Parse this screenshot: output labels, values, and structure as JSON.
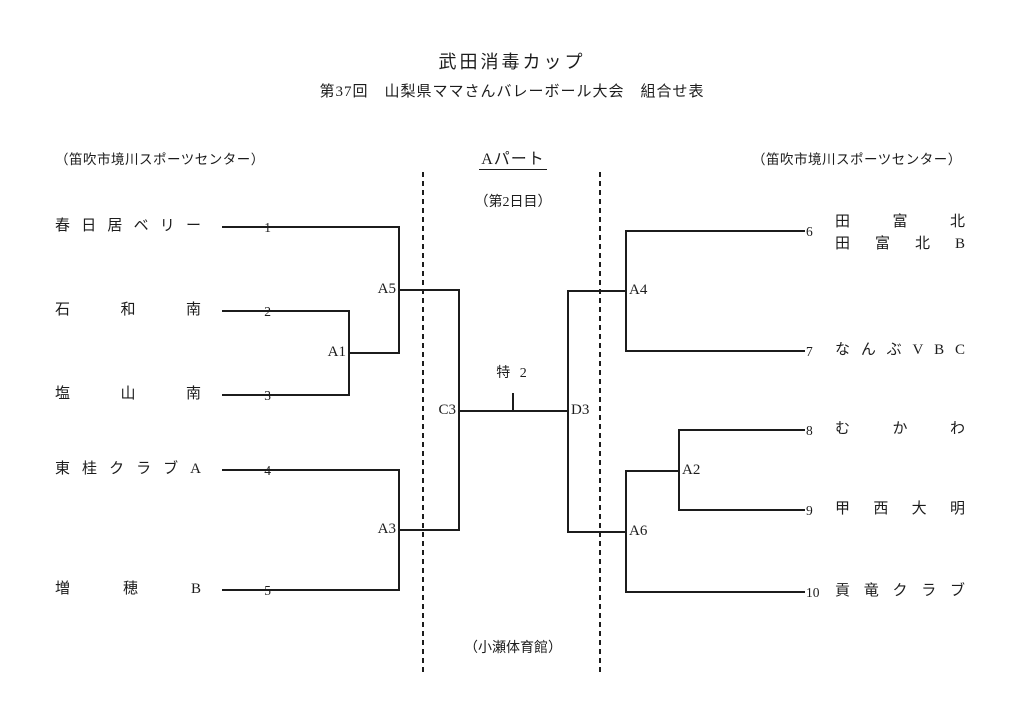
{
  "header": {
    "title": "武田消毒カップ",
    "subtitle": "第37回　山梨県ママさんバレーボール大会　組合せ表"
  },
  "section": {
    "part_label": "Aパート",
    "day_label": "（第2日目）",
    "venue_left": "（笛吹市境川スポーツセンター）",
    "venue_right": "（笛吹市境川スポーツセンター）",
    "gym_label": "（小瀬体育館）",
    "final_label": "特 2"
  },
  "matches": {
    "a1": "A1",
    "a2": "A2",
    "a3": "A3",
    "a4": "A4",
    "a5": "A5",
    "a6": "A6",
    "c3": "C3",
    "d3": "D3"
  },
  "teams_left": [
    {
      "seed": "1",
      "name": "春日居ベリー"
    },
    {
      "seed": "2",
      "name": "石和南"
    },
    {
      "seed": "3",
      "name": "塩山南"
    },
    {
      "seed": "4",
      "name": "東桂クラブA"
    },
    {
      "seed": "5",
      "name": "増穂B"
    }
  ],
  "teams_right": [
    {
      "seed": "6",
      "lines": [
        "田富北",
        "田富北B"
      ]
    },
    {
      "seed": "7",
      "name": "なんぶVBC"
    },
    {
      "seed": "8",
      "name": "むかわ"
    },
    {
      "seed": "9",
      "name": "甲西大明"
    },
    {
      "seed": "10",
      "name": "貢竜クラブ"
    }
  ],
  "colors": {
    "ink": "#1c1c1c",
    "background": "#ffffff"
  }
}
